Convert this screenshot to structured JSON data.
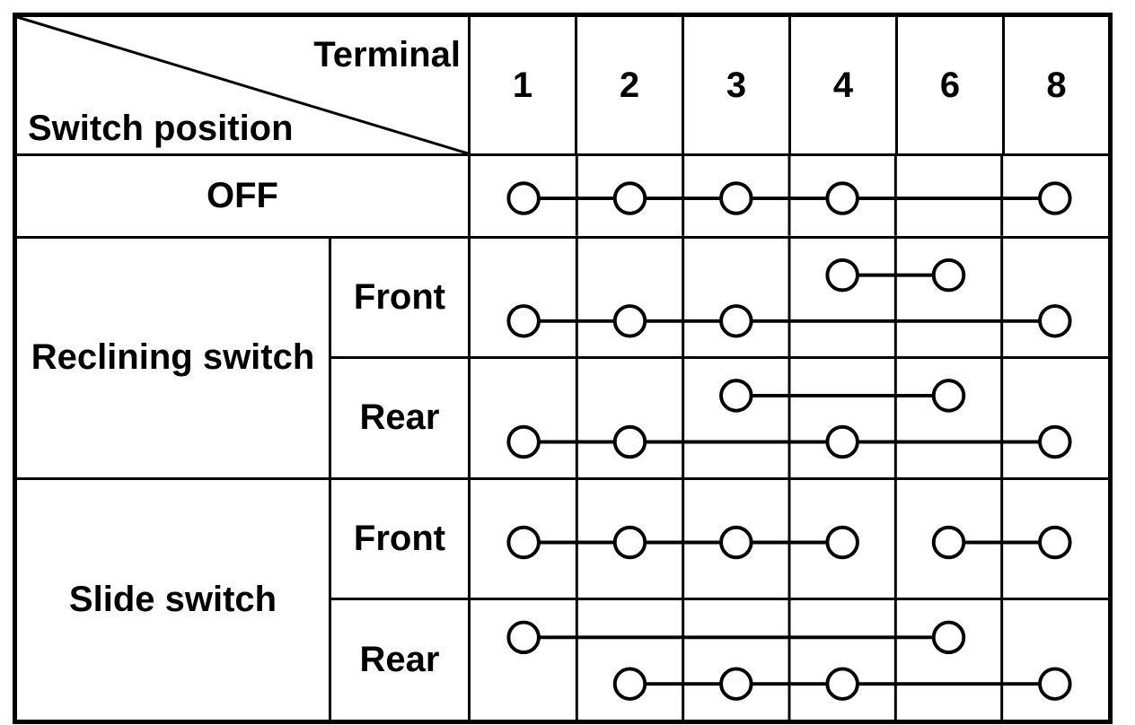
{
  "style": {
    "ink": "#000000",
    "paper": "#ffffff"
  },
  "header": {
    "terminal_label": "Terminal",
    "switch_position_label": "Switch position",
    "terminals": [
      "1",
      "2",
      "3",
      "4",
      "6",
      "8"
    ]
  },
  "sections": [
    {
      "label": "OFF",
      "rows": [
        {
          "sub_label": null,
          "connections": [
            {
              "level": "center",
              "terminals": [
                "1",
                "2",
                "3",
                "4",
                "8"
              ]
            }
          ]
        }
      ]
    },
    {
      "label": "Reclining switch",
      "rows": [
        {
          "sub_label": "Front",
          "connections": [
            {
              "level": "upper",
              "terminals": [
                "4",
                "6"
              ]
            },
            {
              "level": "lower",
              "terminals": [
                "1",
                "2",
                "3",
                "8"
              ]
            }
          ]
        },
        {
          "sub_label": "Rear",
          "connections": [
            {
              "level": "upper",
              "terminals": [
                "3",
                "6"
              ]
            },
            {
              "level": "lower",
              "terminals": [
                "1",
                "2",
                "4",
                "8"
              ]
            }
          ]
        }
      ]
    },
    {
      "label": "Slide switch",
      "rows": [
        {
          "sub_label": "Front",
          "connections": [
            {
              "level": "center",
              "terminals": [
                "1",
                "2",
                "3",
                "4"
              ]
            },
            {
              "level": "center",
              "terminals": [
                "6",
                "8"
              ]
            }
          ]
        },
        {
          "sub_label": "Rear",
          "connections": [
            {
              "level": "upper",
              "terminals": [
                "1",
                "6"
              ]
            },
            {
              "level": "lower",
              "terminals": [
                "2",
                "3",
                "4",
                "8"
              ]
            }
          ]
        }
      ]
    }
  ]
}
